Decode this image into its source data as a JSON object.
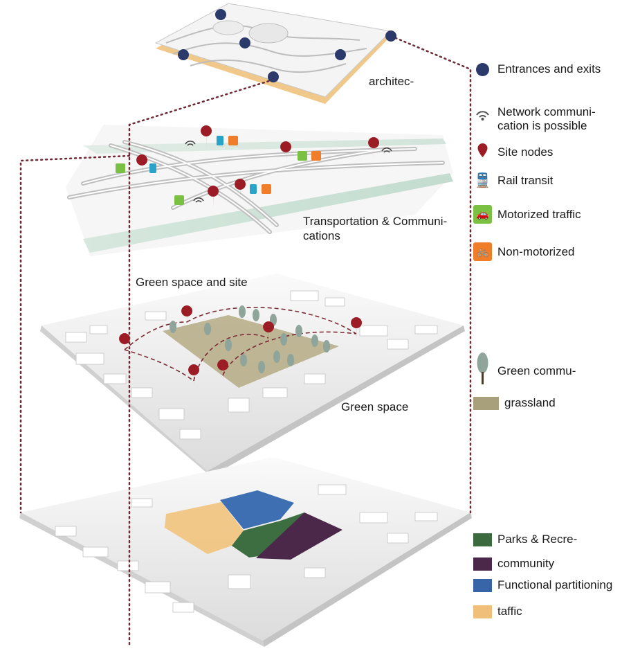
{
  "layers": {
    "architecture": {
      "label": "architec-"
    },
    "transport": {
      "label_line1": "Transportation & Communi-",
      "label_line2": "cations"
    },
    "green": {
      "label_top": "Green space and site",
      "label_bottom": "Green space"
    }
  },
  "legend": {
    "entrances": {
      "label": "Entrances and exits",
      "icon": "entrance-dot-icon",
      "color": "#2b3a6b"
    },
    "network": {
      "label_line1": "Network communi-",
      "label_line2": "cation is possible",
      "icon": "wifi-icon",
      "color": "#555555"
    },
    "site_nodes": {
      "label": "Site nodes",
      "icon": "map-pin-icon",
      "color": "#9b1c24"
    },
    "rail": {
      "label": "Rail transit",
      "icon": "train-icon",
      "color": "#2aa3c9"
    },
    "motorized": {
      "label": "Motorized traffic",
      "icon": "car-icon",
      "color": "#7ac143"
    },
    "non_motorized": {
      "label": "Non-motorized",
      "icon": "bicycle-icon",
      "color": "#f07d2a"
    },
    "green_commu": {
      "label": "Green commu-",
      "icon": "tree-icon",
      "color": "#8fa49a"
    },
    "grassland": {
      "label": "grassland",
      "color": "#a8a07a"
    },
    "parks": {
      "label": "Parks & Recre-",
      "color": "#3a6a3e"
    },
    "community": {
      "label": "community",
      "color": "#4b2749"
    },
    "functional": {
      "label": "Functional partitioning",
      "color": "#3765a8"
    },
    "traffic": {
      "label": "taffic",
      "color": "#f0c07a"
    }
  },
  "colors": {
    "dotted_line": "#6b2a35",
    "building": "#e6e6e6",
    "ground": "#f2f2f2",
    "water": "#cfe3d8"
  }
}
